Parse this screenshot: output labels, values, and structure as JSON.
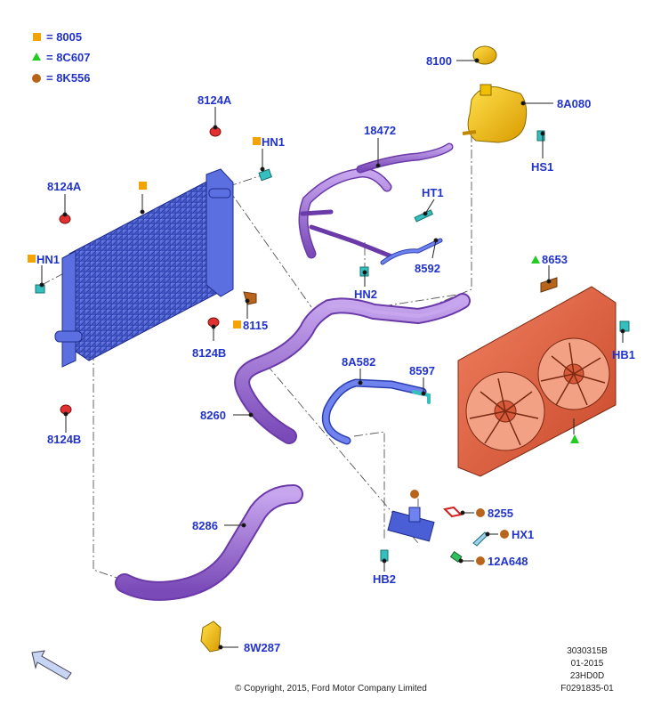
{
  "legend": [
    {
      "symbol": "square",
      "color": "#f5a300",
      "label": "= 8005"
    },
    {
      "symbol": "triangle",
      "color": "#22cc22",
      "label": "= 8C607"
    },
    {
      "symbol": "circle",
      "color": "#b8651b",
      "label": "= 8K556"
    }
  ],
  "callouts": {
    "c8100": "8100",
    "c8A080": "8A080",
    "cHS1": "HS1",
    "c18472": "18472",
    "cHT1": "HT1",
    "c8592": "8592",
    "cHN2": "HN2",
    "c8124A_top": "8124A",
    "cHN1_top": "HN1",
    "c8124A_left": "8124A",
    "cHN1_left": "HN1",
    "c8115": "8115",
    "c8124B_mid": "8124B",
    "c8124B_low": "8124B",
    "c8653": "8653",
    "cHB1": "HB1",
    "c8A582": "8A582",
    "c8597": "8597",
    "c8260": "8260",
    "c8286": "8286",
    "c8255": "8255",
    "cHX1": "HX1",
    "c12A648": "12A648",
    "cHB2": "HB2",
    "c8W287": "8W287"
  },
  "footer": {
    "copyright": "© Copyright, 2015, Ford Motor Company Limited",
    "meta": [
      "3030315B",
      "01-2015",
      "23HD0D",
      "F0291835-01"
    ]
  },
  "colors": {
    "callout": "#2233cc",
    "radiator": "#4a5fd6",
    "hose": "#a070d0",
    "reservoir": "#f2c200",
    "shroud": "#e06040",
    "clip": "#35c0c0",
    "grommet": "#e03030"
  }
}
